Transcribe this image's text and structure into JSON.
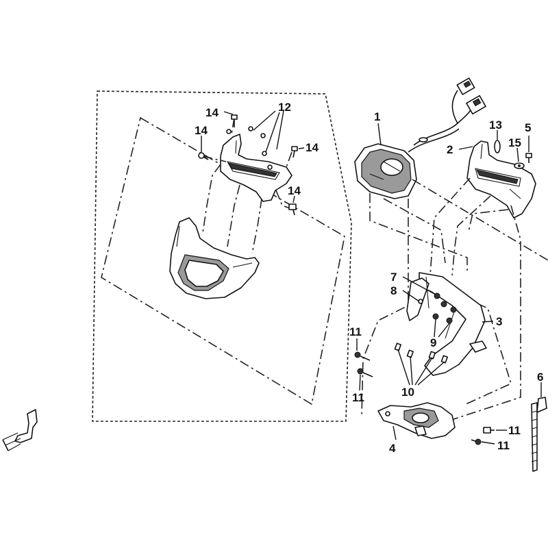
{
  "callouts": {
    "c1": "1",
    "c2": "2",
    "c3": "3",
    "c4": "4",
    "c5": "5",
    "c6": "6",
    "c7": "7",
    "c8": "8",
    "c9": "9",
    "c10": "10",
    "c11a": "11",
    "c11b": "11",
    "c11c": "11",
    "c11d": "11",
    "c12": "12",
    "c13": "13",
    "c14a": "14",
    "c14b": "14",
    "c14c": "14",
    "c14d": "14",
    "c15": "15"
  },
  "icons": {
    "direction": "front-direction-arrow-icon"
  }
}
